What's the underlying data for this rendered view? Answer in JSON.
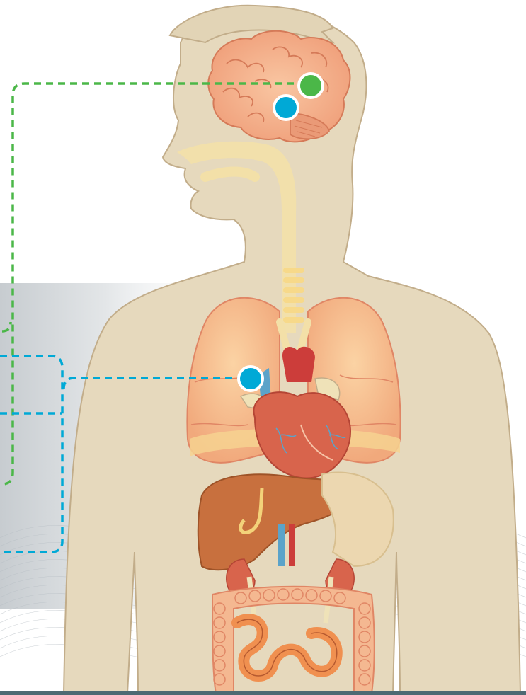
{
  "diagram": {
    "subject": "human-anatomy-torso-and-head",
    "colors": {
      "green_marker": "#4bb748",
      "cyan_marker": "#00a9d6",
      "body_fill": "#e6d9bd",
      "body_stroke": "#c2ad8a",
      "brain": "#f3a683",
      "lungs": "#f5b88a",
      "heart": "#d8644c",
      "liver": "#c8703e",
      "intestine": "#f0a070",
      "bottom_bar": "#4d6a73"
    },
    "markers": [
      {
        "name": "brain-green-marker",
        "color": "green",
        "organ": "brain"
      },
      {
        "name": "brain-cyan-marker",
        "color": "cyan",
        "organ": "brain"
      },
      {
        "name": "heart-cyan-marker",
        "color": "cyan",
        "organ": "heart"
      }
    ],
    "connectors": [
      {
        "name": "green-connector",
        "style": "dashed",
        "color": "green"
      },
      {
        "name": "cyan-connector-upper",
        "style": "dashed",
        "color": "cyan"
      },
      {
        "name": "cyan-connector-lower",
        "style": "dashed",
        "color": "cyan"
      }
    ]
  }
}
